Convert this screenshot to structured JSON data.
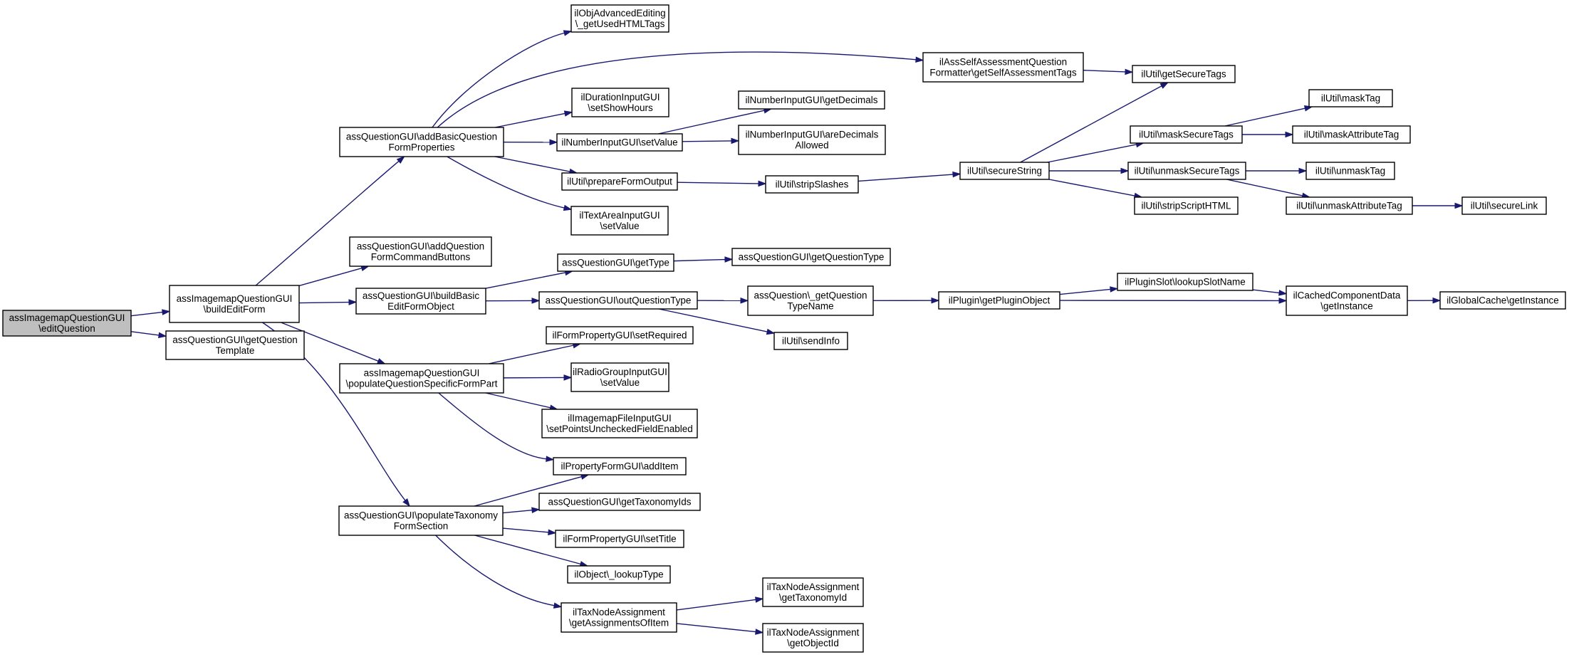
{
  "graph": {
    "edge_color": "#191970",
    "root_fill": "#bfbfbf",
    "nodes": [
      {
        "id": "root",
        "lines": [
          "assImagemapQuestionGUI",
          "\\editQuestion"
        ]
      },
      {
        "id": "buildEditForm",
        "lines": [
          "assImagemapQuestionGUI",
          "\\buildEditForm"
        ]
      },
      {
        "id": "getQuestionTemplate",
        "lines": [
          "assQuestionGUI\\getQuestion",
          "Template"
        ]
      },
      {
        "id": "addBasicQFP",
        "lines": [
          "assQuestionGUI\\addBasicQuestion",
          "FormProperties"
        ]
      },
      {
        "id": "addQFCB",
        "lines": [
          "assQuestionGUI\\addQuestion",
          "FormCommandButtons"
        ]
      },
      {
        "id": "buildBasicEFO",
        "lines": [
          "assQuestionGUI\\buildBasic",
          "EditFormObject"
        ]
      },
      {
        "id": "populateQSFP",
        "lines": [
          "assImagemapQuestionGUI",
          "\\populateQuestionSpecificFormPart"
        ]
      },
      {
        "id": "populateTFS",
        "lines": [
          "assQuestionGUI\\populateTaxonomy",
          "FormSection"
        ]
      },
      {
        "id": "getUsedHTMLTags",
        "lines": [
          "ilObjAdvancedEditing",
          "\\_getUsedHTMLTags"
        ]
      },
      {
        "id": "getSelfAssessmentTags",
        "lines": [
          "ilAssSelfAssessmentQuestion",
          "Formatter\\getSelfAssessmentTags"
        ]
      },
      {
        "id": "setShowHours",
        "lines": [
          "ilDurationInputGUI",
          "\\setShowHours"
        ]
      },
      {
        "id": "nSetValue",
        "lines": [
          "ilNumberInputGUI\\setValue"
        ]
      },
      {
        "id": "prepareFormOutput",
        "lines": [
          "ilUtil\\prepareFormOutput"
        ]
      },
      {
        "id": "taSetValue",
        "lines": [
          "ilTextAreaInputGUI",
          "\\setValue"
        ]
      },
      {
        "id": "getDecimals",
        "lines": [
          "ilNumberInputGUI\\getDecimals"
        ]
      },
      {
        "id": "areDecimalsAllowed",
        "lines": [
          "ilNumberInputGUI\\areDecimals",
          "Allowed"
        ]
      },
      {
        "id": "stripSlashes",
        "lines": [
          "ilUtil\\stripSlashes"
        ]
      },
      {
        "id": "secureString",
        "lines": [
          "ilUtil\\secureString"
        ]
      },
      {
        "id": "getSecureTags",
        "lines": [
          "ilUtil\\getSecureTags"
        ]
      },
      {
        "id": "maskSecureTags",
        "lines": [
          "ilUtil\\maskSecureTags"
        ]
      },
      {
        "id": "unmaskSecureTags",
        "lines": [
          "ilUtil\\unmaskSecureTags"
        ]
      },
      {
        "id": "stripScriptHTML",
        "lines": [
          "ilUtil\\stripScriptHTML"
        ]
      },
      {
        "id": "maskTag",
        "lines": [
          "ilUtil\\maskTag"
        ]
      },
      {
        "id": "maskAttributeTag",
        "lines": [
          "ilUtil\\maskAttributeTag"
        ]
      },
      {
        "id": "unmaskTag",
        "lines": [
          "ilUtil\\unmaskTag"
        ]
      },
      {
        "id": "unmaskAttributeTag",
        "lines": [
          "ilUtil\\unmaskAttributeTag"
        ]
      },
      {
        "id": "secureLink",
        "lines": [
          "ilUtil\\secureLink"
        ]
      },
      {
        "id": "getType",
        "lines": [
          "assQuestionGUI\\getType"
        ]
      },
      {
        "id": "getQuestionType",
        "lines": [
          "assQuestionGUI\\getQuestionType"
        ]
      },
      {
        "id": "outQuestionType",
        "lines": [
          "assQuestionGUI\\outQuestionType"
        ]
      },
      {
        "id": "getQuestionTypeName",
        "lines": [
          "assQuestion\\_getQuestion",
          "TypeName"
        ]
      },
      {
        "id": "sendInfo",
        "lines": [
          "ilUtil\\sendInfo"
        ]
      },
      {
        "id": "getPluginObject",
        "lines": [
          "ilPlugin\\getPluginObject"
        ]
      },
      {
        "id": "lookupSlotName",
        "lines": [
          "ilPluginSlot\\lookupSlotName"
        ]
      },
      {
        "id": "ccdGetInstance",
        "lines": [
          "ilCachedComponentData",
          "\\getInstance"
        ]
      },
      {
        "id": "gcGetInstance",
        "lines": [
          "ilGlobalCache\\getInstance"
        ]
      },
      {
        "id": "setRequired",
        "lines": [
          "ilFormPropertyGUI\\setRequired"
        ]
      },
      {
        "id": "rgSetValue",
        "lines": [
          "ilRadioGroupInputGUI",
          "\\setValue"
        ]
      },
      {
        "id": "setPointsUnchecked",
        "lines": [
          "ilImagemapFileInputGUI",
          "\\setPointsUncheckedFieldEnabled"
        ]
      },
      {
        "id": "addItem",
        "lines": [
          "ilPropertyFormGUI\\addItem"
        ]
      },
      {
        "id": "getTaxonomyIds",
        "lines": [
          "assQuestionGUI\\getTaxonomyIds"
        ]
      },
      {
        "id": "setTitle",
        "lines": [
          "ilFormPropertyGUI\\setTitle"
        ]
      },
      {
        "id": "lookupType",
        "lines": [
          "ilObject\\_lookupType"
        ]
      },
      {
        "id": "getAssignmentsOfItem",
        "lines": [
          "ilTaxNodeAssignment",
          "\\getAssignmentsOfItem"
        ]
      },
      {
        "id": "getTaxonomyId",
        "lines": [
          "ilTaxNodeAssignment",
          "\\getTaxonomyId"
        ]
      },
      {
        "id": "getObjectId",
        "lines": [
          "ilTaxNodeAssignment",
          "\\getObjectId"
        ]
      }
    ]
  }
}
